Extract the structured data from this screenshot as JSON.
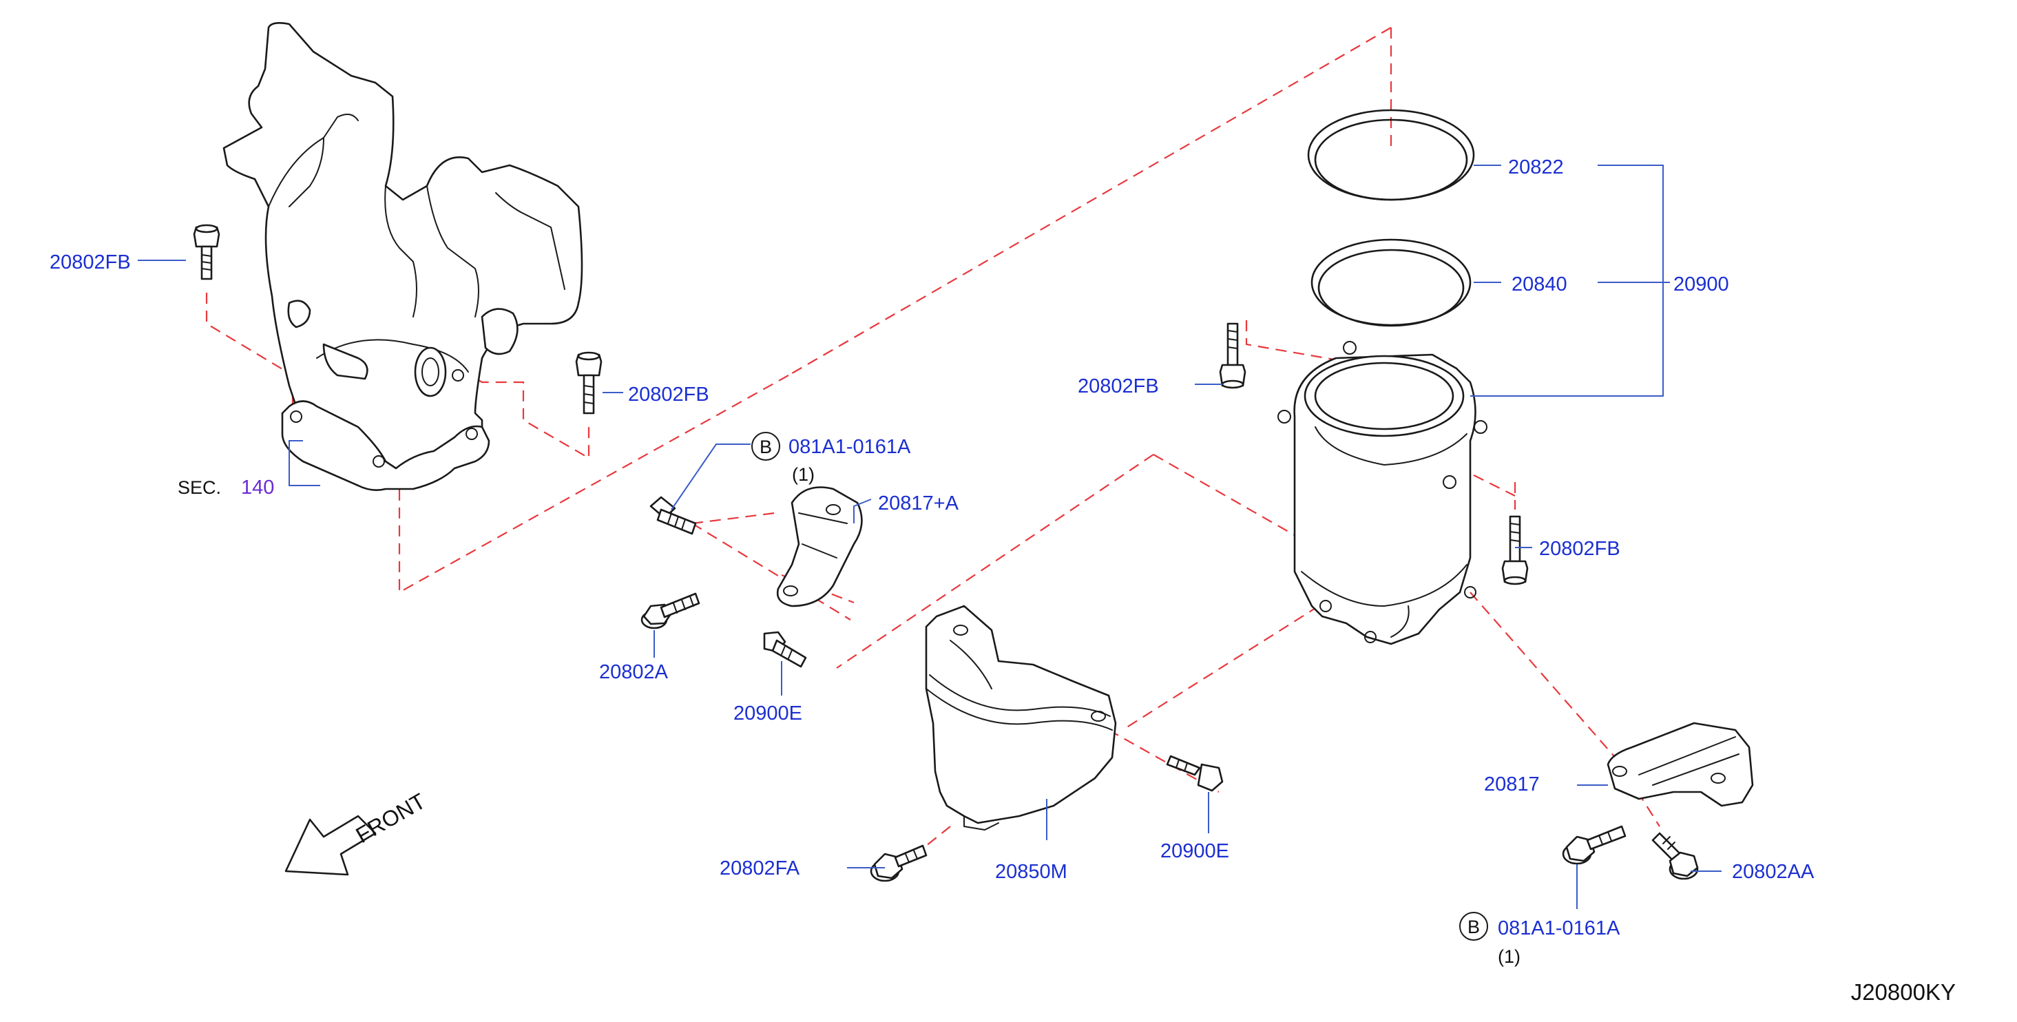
{
  "labels": {
    "p20822": "20822",
    "p20840": "20840",
    "p20900": "20900",
    "p20802fb_top": "20802FB",
    "p20802fb_mid": "20802FB",
    "p20802fb_conv_l": "20802FB",
    "p20802fb_conv_r": "20802FB",
    "p20817a": "20817+A",
    "p20802a": "20802A",
    "p20900e_l": "20900E",
    "p20900e_r": "20900E",
    "p20850m": "20850M",
    "p20802fa": "20802FA",
    "p20817": "20817",
    "p20802aa": "20802AA",
    "bolt_b_top": "081A1-0161A",
    "bolt_b_top_qty": "(1)",
    "bolt_b_bot": "081A1-0161A",
    "bolt_b_bot_qty": "(1)",
    "b_marker": "B",
    "sec_prefix": "SEC.",
    "sec_num": "140",
    "front": "FRONT",
    "diagram_code": "J20800KY"
  },
  "colors": {
    "label": "#1b2fd1",
    "section": "#6a2bd6",
    "dashed_line": "#e8383d",
    "outline": "#1a1a1a"
  }
}
